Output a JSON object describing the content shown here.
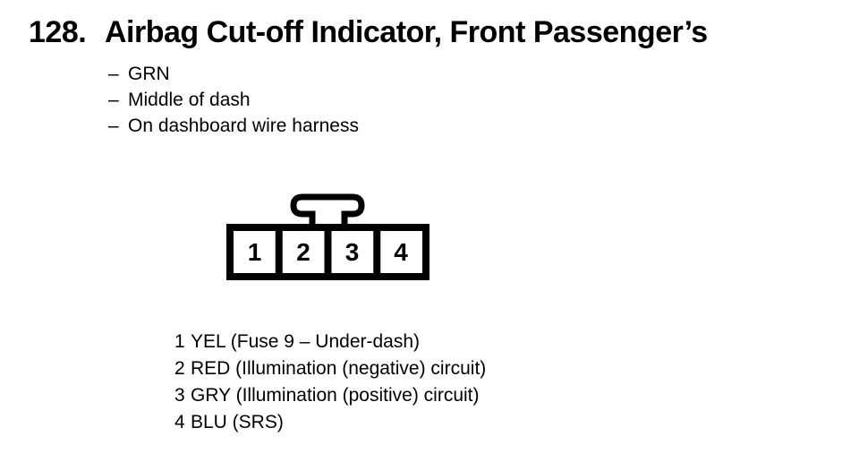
{
  "document": {
    "heading": {
      "number": "128.",
      "title": "Airbag Cut-off Indicator, Front Passenger’s"
    },
    "details": [
      {
        "marker": "–",
        "text": "GRN"
      },
      {
        "marker": "–",
        "text": "Middle of dash"
      },
      {
        "marker": "–",
        "text": "On dashboard wire harness"
      }
    ],
    "connector": {
      "cells": [
        "1",
        "2",
        "3",
        "4"
      ]
    },
    "pins": [
      {
        "pin": "1",
        "desc": "YEL (Fuse 9 – Under-dash)"
      },
      {
        "pin": "2",
        "desc": "RED (Illumination (negative) circuit)"
      },
      {
        "pin": "3",
        "desc": "GRY (Illumination (positive) circuit)"
      },
      {
        "pin": "4",
        "desc": "BLU (SRS)"
      }
    ],
    "colors": {
      "ink": "#000000",
      "paper": "#ffffff"
    }
  }
}
